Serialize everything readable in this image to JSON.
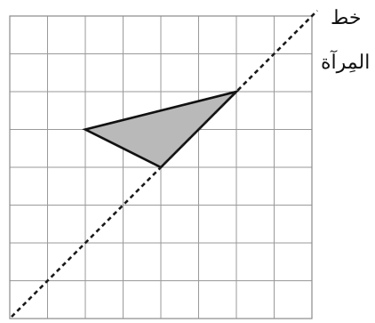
{
  "figure": {
    "grid": {
      "columns": 8,
      "rows": 8
    },
    "mirror_line": {
      "label_line1": "خط",
      "label_line2": "المِرآة"
    },
    "triangle": {
      "vertices": [
        [
          2,
          5
        ],
        [
          6,
          6
        ],
        [
          4,
          4
        ]
      ]
    },
    "colors": {
      "grid": "#9a9a9a",
      "triangle_fill": "#b9b9b9",
      "stroke": "#111111"
    }
  }
}
